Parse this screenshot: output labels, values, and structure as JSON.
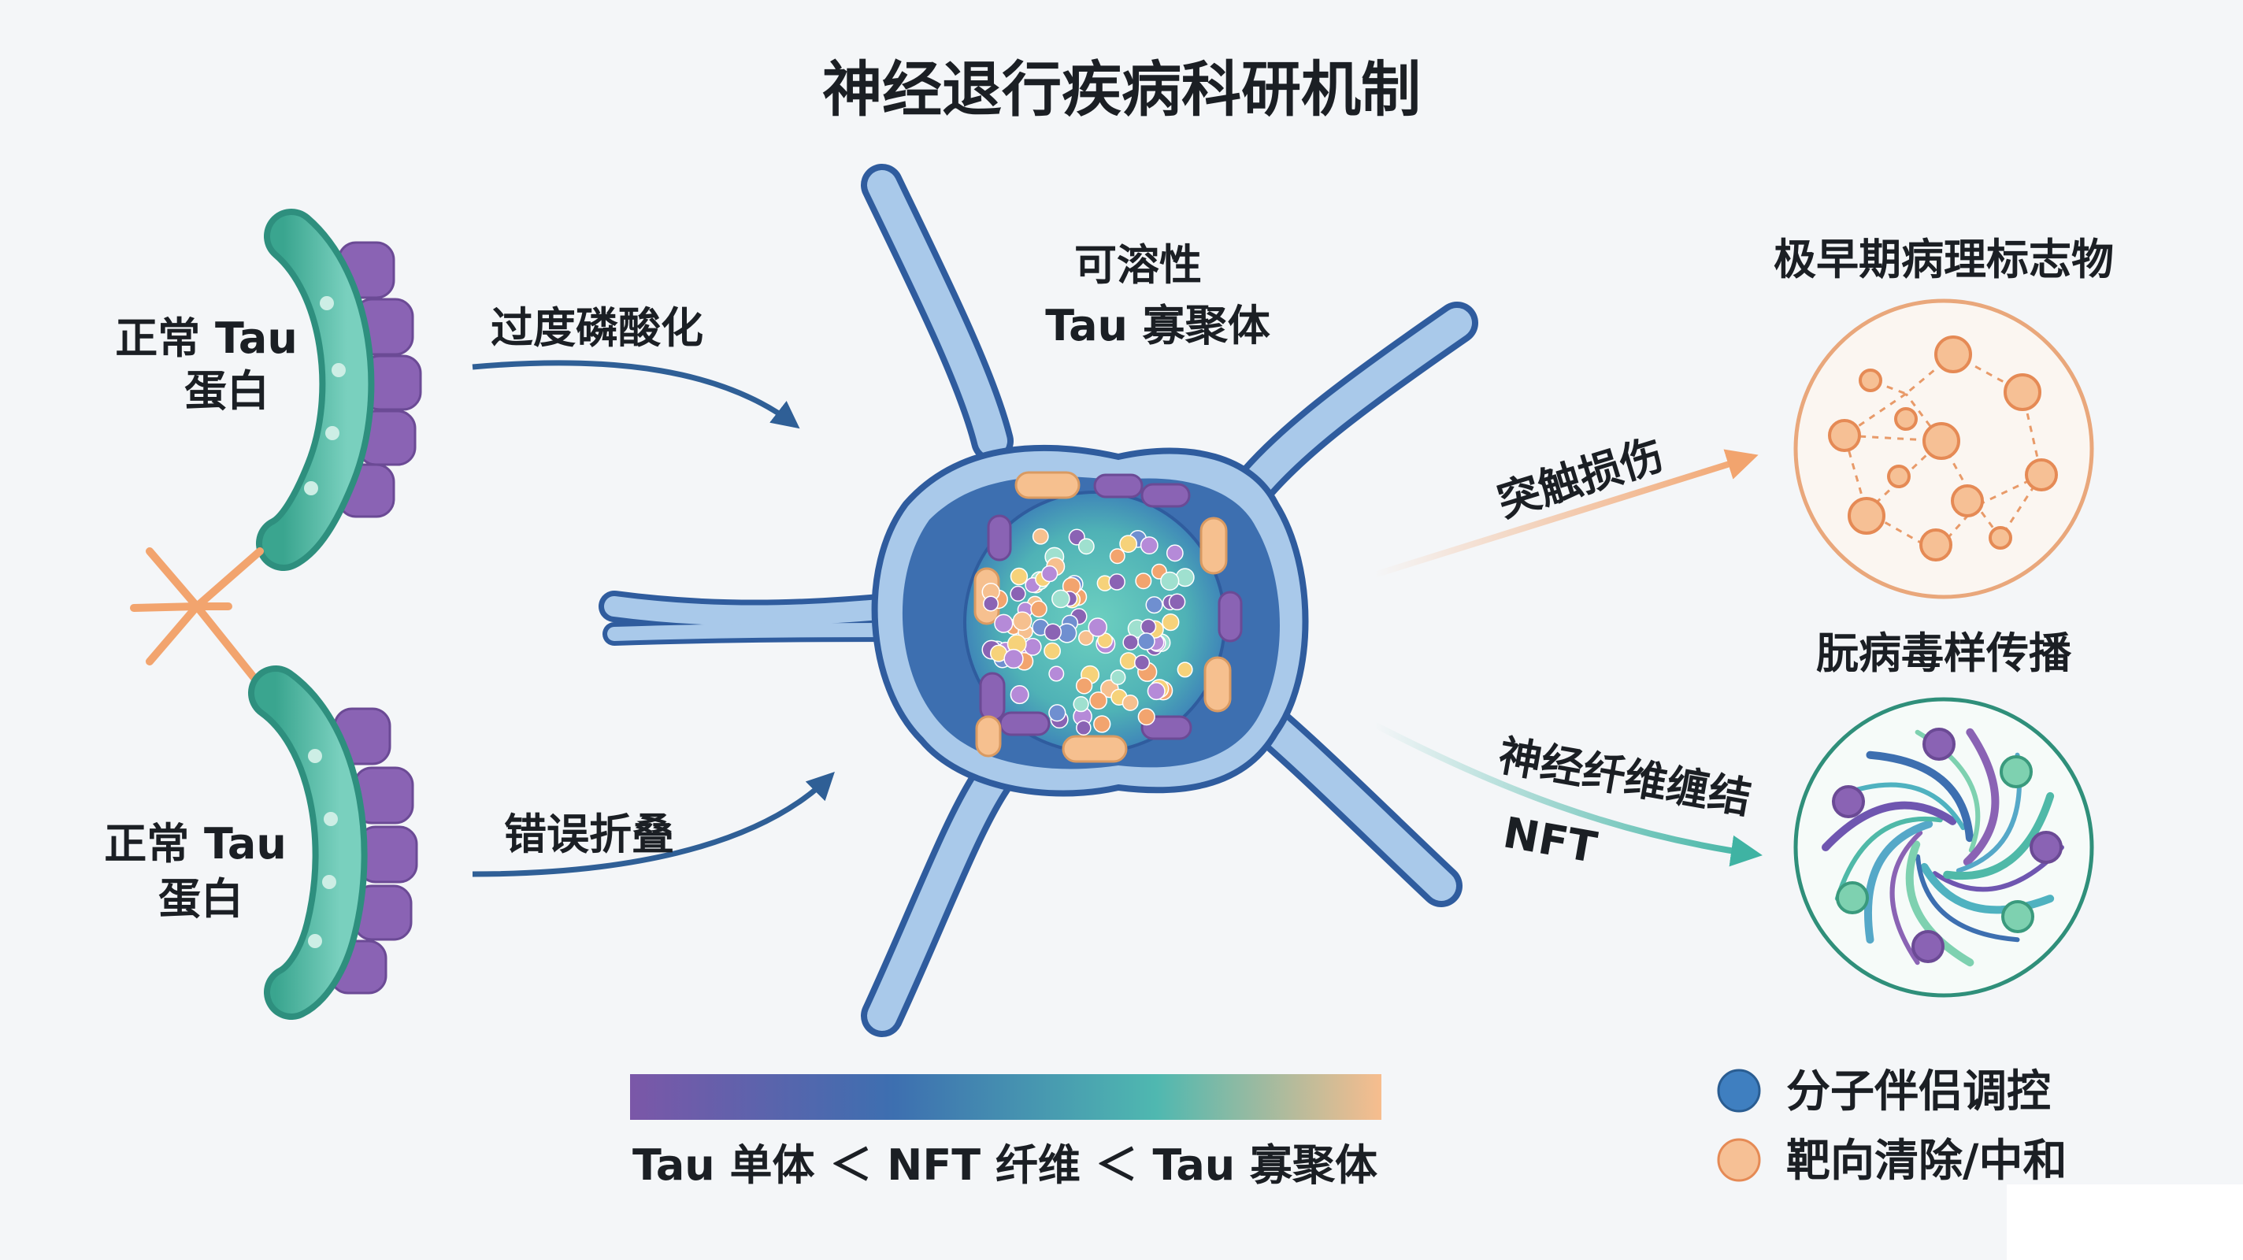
{
  "title": "神经退行疾病科研机制",
  "left": {
    "protein_top_line1": "正常 Tau",
    "protein_top_line2": "蛋白",
    "protein_bottom_line1": "正常 Tau",
    "protein_bottom_line2": "蛋白"
  },
  "arrows": {
    "phosphorylation": "过度磷酸化",
    "misfolding": "错误折叠",
    "synapse_damage": "突触损伤",
    "nft_line1": "神经纤维缠结",
    "nft_line2": "NFT"
  },
  "center": {
    "label_line1": "可溶性",
    "label_line2": "Tau 寡聚体"
  },
  "right": {
    "biomarker_title": "极早期病理标志物",
    "prion_title": "朊病毒样传播"
  },
  "scale_bar": {
    "caption": "Tau 单体 ＜ NFT 纤维 ＜ Tau 寡聚体",
    "gradient_colors": [
      "#7b57a8",
      "#3d6fb0",
      "#4fb8b0",
      "#f7bd8e"
    ]
  },
  "legend": [
    {
      "label": "分子伴侣调控",
      "color": "#3f7fc0"
    },
    {
      "label": "靶向清除/中和",
      "color": "#f6c095"
    }
  ],
  "colors": {
    "teal": "#4fb9a8",
    "purple": "#8a63b4",
    "neuron_blue": "#3d6fb0",
    "orange": "#f2a46e"
  }
}
